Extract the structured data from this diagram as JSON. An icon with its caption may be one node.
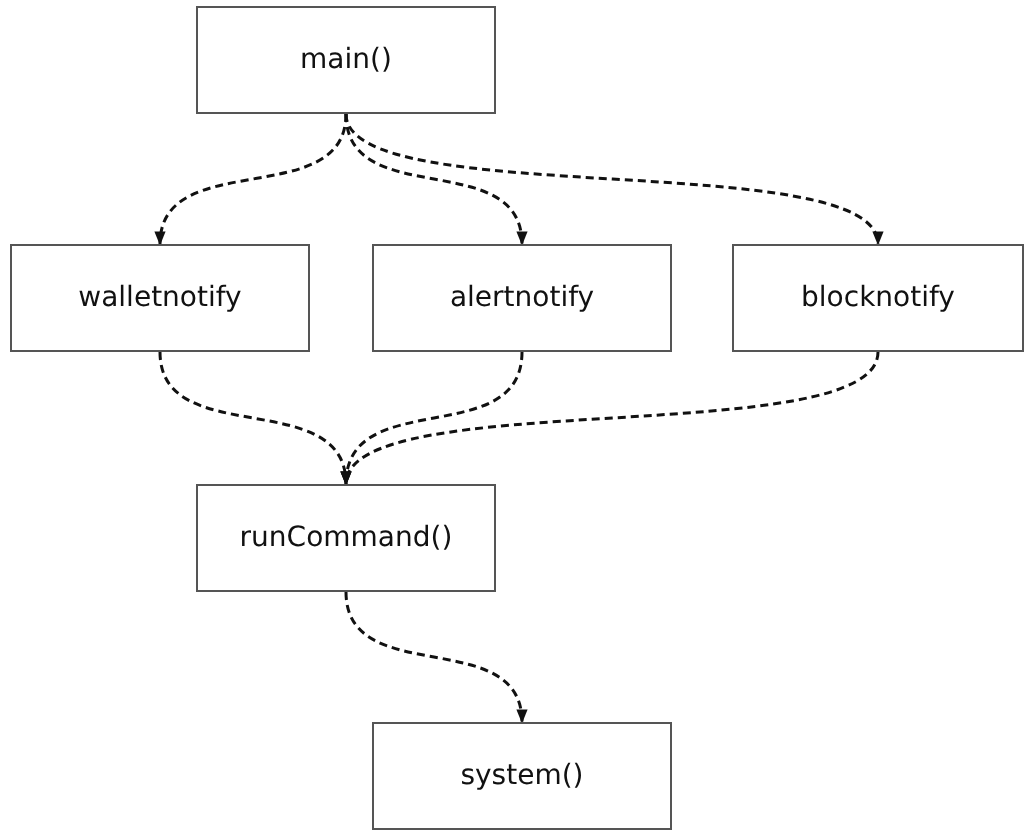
{
  "diagram": {
    "nodes": [
      {
        "text": [
          "main()"
        ]
      },
      {
        "text": [
          "walletnotify"
        ]
      },
      {
        "text": [
          "alertnotify"
        ]
      },
      {
        "text": [
          "blocknotify"
        ]
      },
      {
        "text": [
          "runCommand()"
        ]
      },
      {
        "text": [
          "system()"
        ]
      }
    ],
    "edges": [
      {
        "from": 0,
        "to": 1,
        "arrow": "to",
        "style": "dashed"
      },
      {
        "from": 0,
        "to": 2,
        "arrow": "to",
        "style": "dashed"
      },
      {
        "from": 0,
        "to": 3,
        "arrow": "to",
        "style": "dashed"
      },
      {
        "from": 1,
        "to": 4,
        "arrow": "to",
        "style": "dashed"
      },
      {
        "from": 2,
        "to": 4,
        "arrow": "to",
        "style": "dashed"
      },
      {
        "from": 3,
        "to": 4,
        "arrow": "to",
        "style": "dashed"
      },
      {
        "from": 4,
        "to": 5,
        "arrow": "to",
        "style": "dashed"
      }
    ]
  }
}
